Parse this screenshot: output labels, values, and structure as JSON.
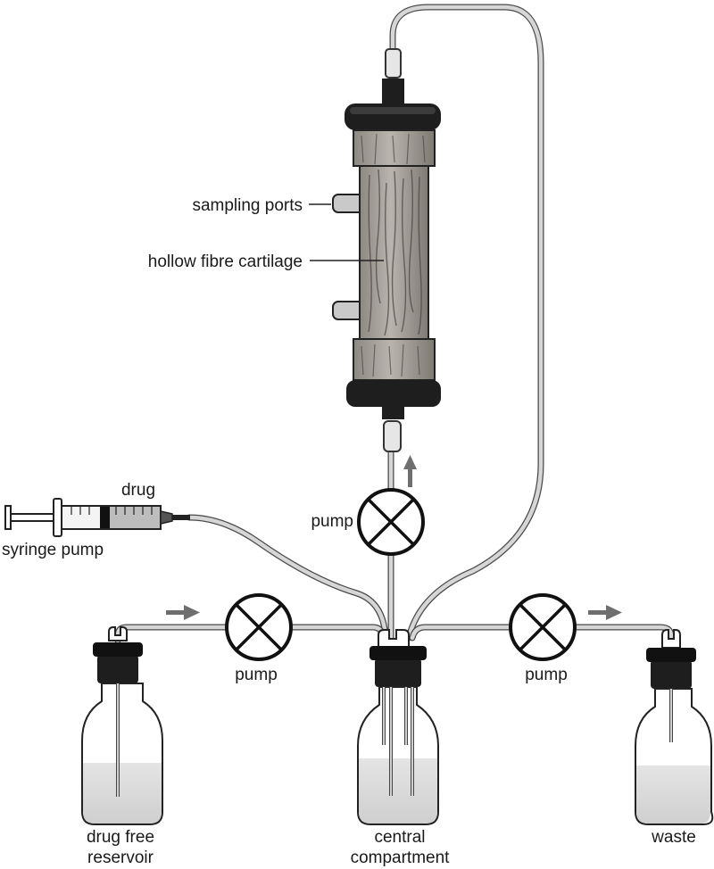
{
  "labels": {
    "sampling_ports": "sampling ports",
    "hollow_fibre": "hollow fibre cartilage",
    "drug": "drug",
    "syringe_pump": "syringe pump",
    "pump_top": "pump",
    "pump_left": "pump",
    "pump_right": "pump",
    "reservoir_line1": "drug free",
    "reservoir_line2": "reservoir",
    "central_line1": "central",
    "central_line2": "compartment",
    "waste": "waste"
  },
  "colors": {
    "tube": "#b8b8b8",
    "cartridge_body": "#9e9a94",
    "cap": "#1e1e1e",
    "liquid": "#d9d9d9",
    "arrow": "#6e6e6e"
  }
}
